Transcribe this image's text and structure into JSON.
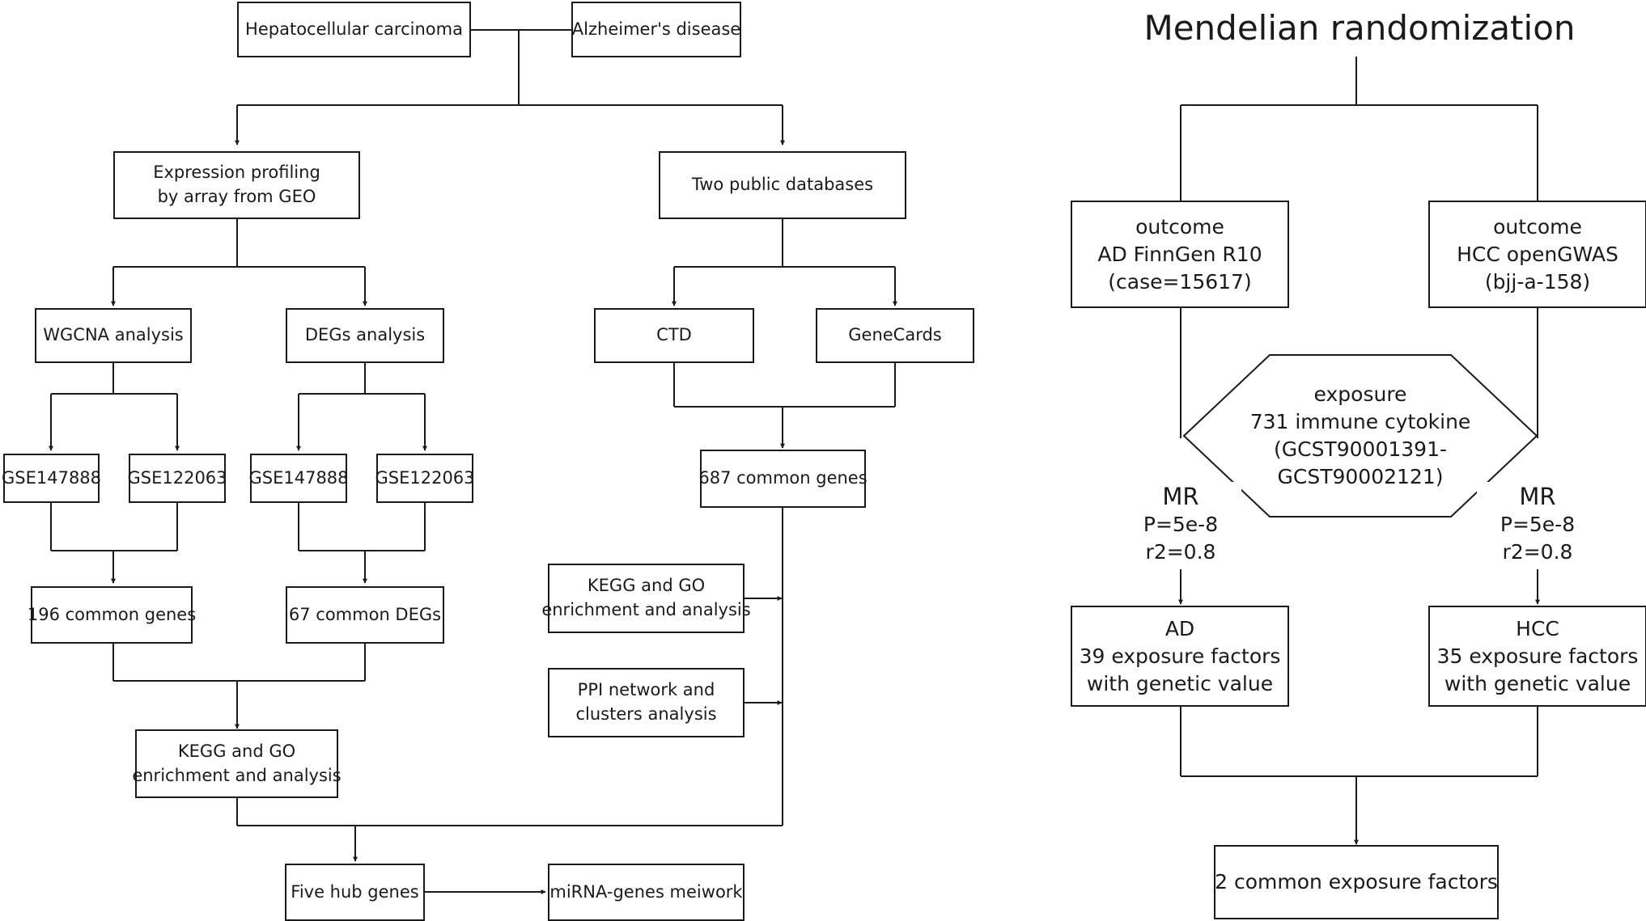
{
  "left": {
    "hepatocellular_carcinoma": "Hepatocellular carcinoma",
    "alzheimers_disease": "Alzheimer's disease",
    "expression_profiling": [
      "Expression profiling",
      "by array from GEO"
    ],
    "two_public_databases": "Two public databases",
    "wgcna_analysis": "WGCNA analysis",
    "degs_analysis": "DEGs analysis",
    "ctd": "CTD",
    "genecards": "GeneCards",
    "wgcna_datasets": [
      "GSE147888",
      "GSE122063"
    ],
    "degs_datasets": [
      "GSE147888",
      "GSE122063"
    ],
    "common_genes_687": "687 common genes",
    "common_genes_196": "196 common genes",
    "common_degs_67": "67 common DEGs",
    "kegg_go_right": [
      "KEGG and GO",
      "enrichment and analysis"
    ],
    "ppi_network": [
      "PPI network and",
      "clusters analysis"
    ],
    "kegg_go_left": [
      "KEGG and GO",
      "enrichment and analysis"
    ],
    "five_hub_genes": "Five hub genes",
    "mirna_network": "miRNA-genes meiwork"
  },
  "right": {
    "title": "Mendelian randomization",
    "outcome_ad": [
      "outcome",
      "AD FinnGen R10",
      "(case=15617)"
    ],
    "outcome_hcc": [
      "outcome",
      "HCC openGWAS",
      "(bjj-a-158)"
    ],
    "exposure": [
      "exposure",
      "731 immune cytokine",
      "(GCST90001391-",
      "GCST90002121)"
    ],
    "mr_left": {
      "label": "MR",
      "p": "P=5e-8",
      "r2": "r2=0.8"
    },
    "mr_right": {
      "label": "MR",
      "p": "P=5e-8",
      "r2": "r2=0.8"
    },
    "ad_factors": [
      "AD",
      "39 exposure factors",
      "with genetic value"
    ],
    "hcc_factors": [
      "HCC",
      "35 exposure factors",
      "with genetic value"
    ],
    "common_exposure": "2 common exposure factors"
  }
}
